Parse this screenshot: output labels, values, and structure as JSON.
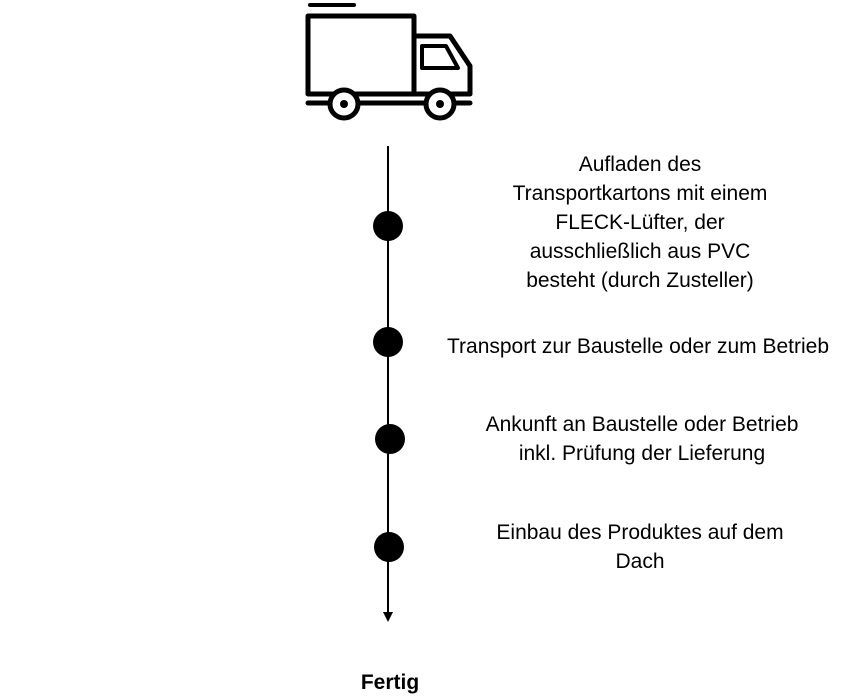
{
  "diagram": {
    "icon": "delivery-truck-icon",
    "steps": [
      {
        "lines": [
          "Aufladen des",
          "Transportkartons mit einem",
          "FLECK-Lüfter, der",
          "ausschließlich aus PVC",
          "besteht (durch Zusteller)"
        ]
      },
      {
        "lines": [
          "Transport zur Baustelle oder zum Betrieb"
        ]
      },
      {
        "lines": [
          "Ankunft an Baustelle oder Betrieb",
          "inkl. Prüfung der Lieferung"
        ]
      },
      {
        "lines": [
          "Einbau des Produktes auf dem",
          "Dach"
        ]
      }
    ],
    "end_label": "Fertig",
    "colors": {
      "line": "#000000",
      "dot": "#000000",
      "background": "#ffffff"
    }
  }
}
